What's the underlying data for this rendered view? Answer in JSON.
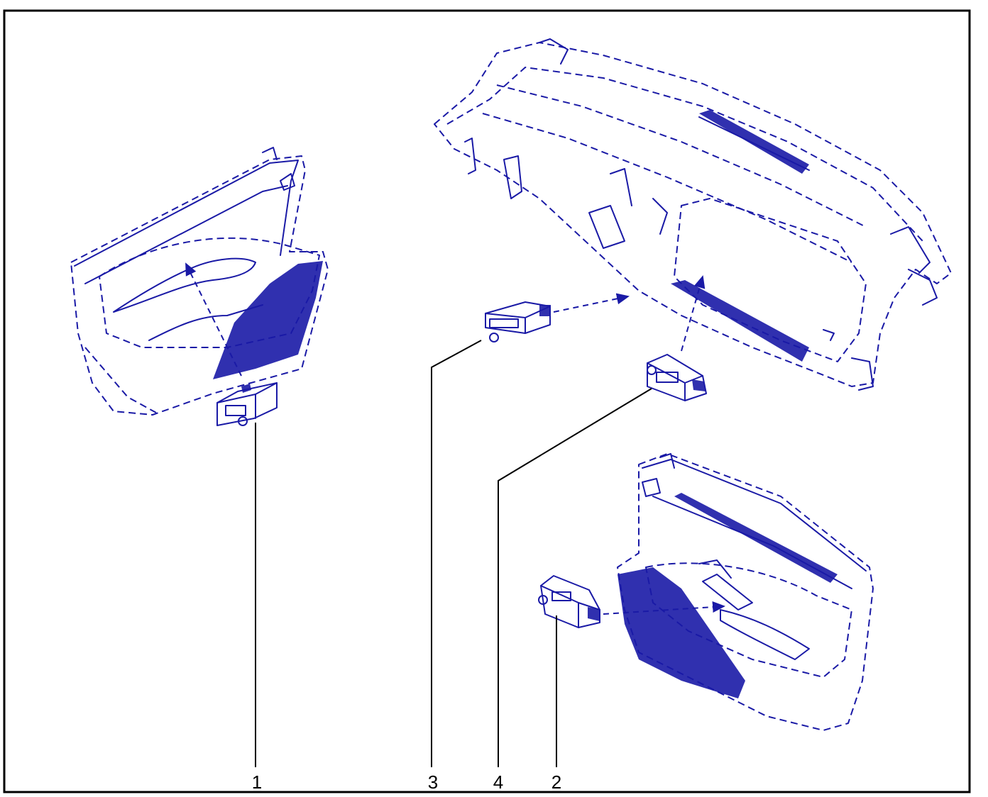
{
  "diagram": {
    "callouts": [
      {
        "id": "1",
        "text": "1"
      },
      {
        "id": "2",
        "text": "2"
      },
      {
        "id": "3",
        "text": "3"
      },
      {
        "id": "4",
        "text": "4"
      }
    ],
    "colors": {
      "line": "#1a1aa6",
      "frame": "#000000",
      "background": "#ffffff"
    }
  }
}
